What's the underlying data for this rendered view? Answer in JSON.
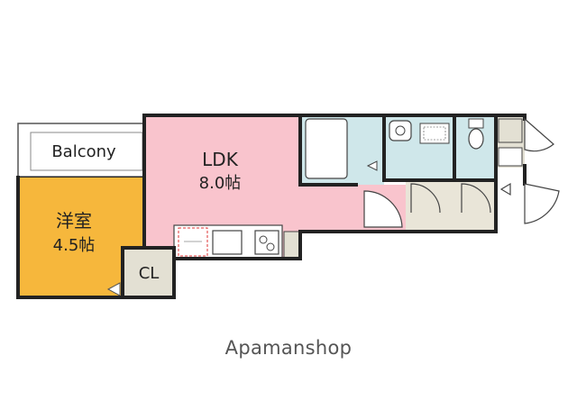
{
  "rooms": {
    "balcony": "Balcony",
    "ldk_name": "LDK",
    "ldk_size": "8.0帖",
    "western_name": "洋室",
    "western_size": "4.5帖",
    "closet": "CL"
  },
  "colors": {
    "ldk": "#f9c4cd",
    "western_room": "#f6b73c",
    "wet_area": "#cfe7ea",
    "entrance": "#e9e5d8",
    "closet": "#e3e0d3",
    "wall": "#222222"
  },
  "watermark": "Apamanshop"
}
